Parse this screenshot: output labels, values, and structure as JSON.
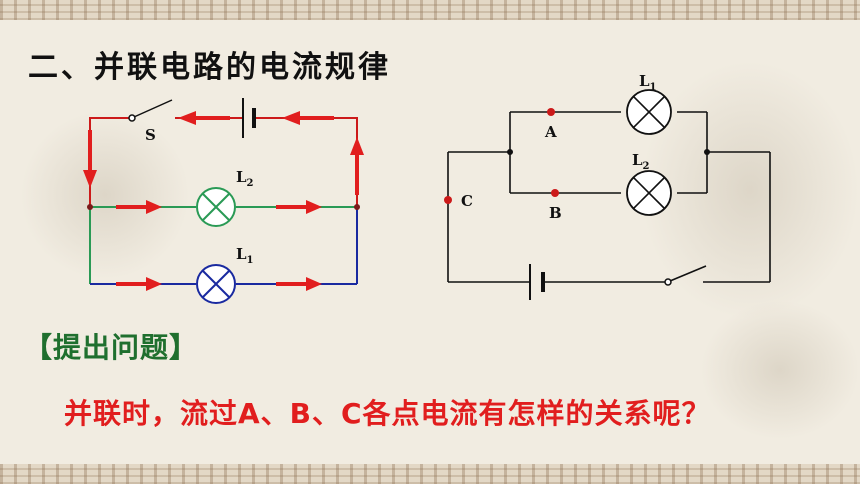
{
  "title": "二、并联电路的电流规律",
  "section_label": "【提出问题】",
  "question": "并联时，流过A、B、C各点电流有怎样的关系呢？",
  "left_circuit": {
    "switch_label": "S",
    "lamp_top": {
      "letter": "L",
      "sub": "2"
    },
    "lamp_bottom": {
      "letter": "L",
      "sub": "1"
    }
  },
  "right_circuit": {
    "lamp_top": {
      "letter": "L",
      "sub": "1"
    },
    "lamp_bottom": {
      "letter": "L",
      "sub": "2"
    },
    "point_a": "A",
    "point_b": "B",
    "point_c": "C"
  },
  "colors": {
    "title": "#111111",
    "section_label": "#1f6f2e",
    "question": "#e11e1e",
    "arrow": "#e11e1e",
    "wire_red": "#cc1a1a",
    "wire_green": "#2a9a55",
    "wire_blue": "#1a2aa0"
  }
}
